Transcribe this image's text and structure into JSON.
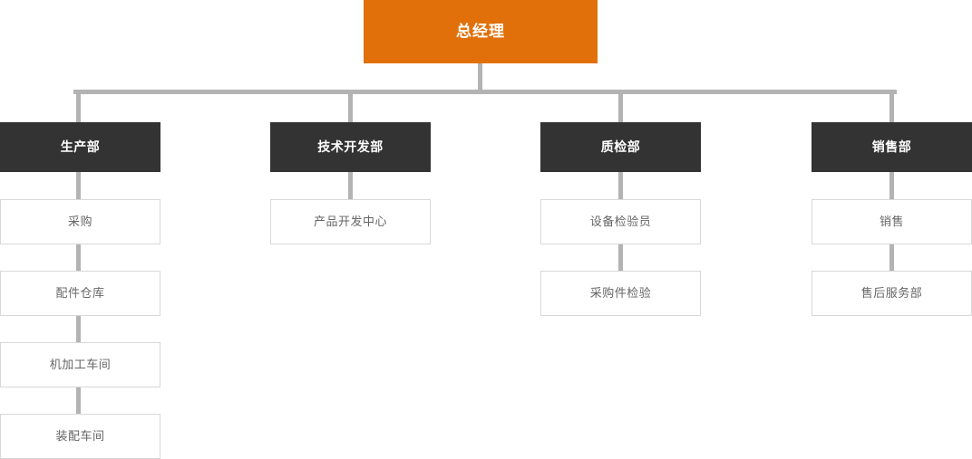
{
  "chart": {
    "type": "org-chart",
    "title": "",
    "colors": {
      "root_bg": "#e2700a",
      "root_text": "#ffffff",
      "dept_bg": "#333333",
      "dept_text": "#ffffff",
      "sub_bg": "#ffffff",
      "sub_text": "#666666",
      "sub_border": "#d8d8d8",
      "connector": "#b3b3b3",
      "page_bg": "#ffffff"
    },
    "root": {
      "label": "总经理"
    },
    "departments": [
      {
        "label": "生产部",
        "children": [
          {
            "label": "采购"
          },
          {
            "label": "配件仓库"
          },
          {
            "label": "机加工车间"
          },
          {
            "label": "装配车间"
          }
        ]
      },
      {
        "label": "技术开发部",
        "children": [
          {
            "label": "产品开发中心"
          }
        ]
      },
      {
        "label": "质检部",
        "children": [
          {
            "label": "设备检验员"
          },
          {
            "label": "采购件检验"
          }
        ]
      },
      {
        "label": "销售部",
        "children": [
          {
            "label": "销售"
          },
          {
            "label": "售后服务部"
          }
        ]
      }
    ]
  }
}
